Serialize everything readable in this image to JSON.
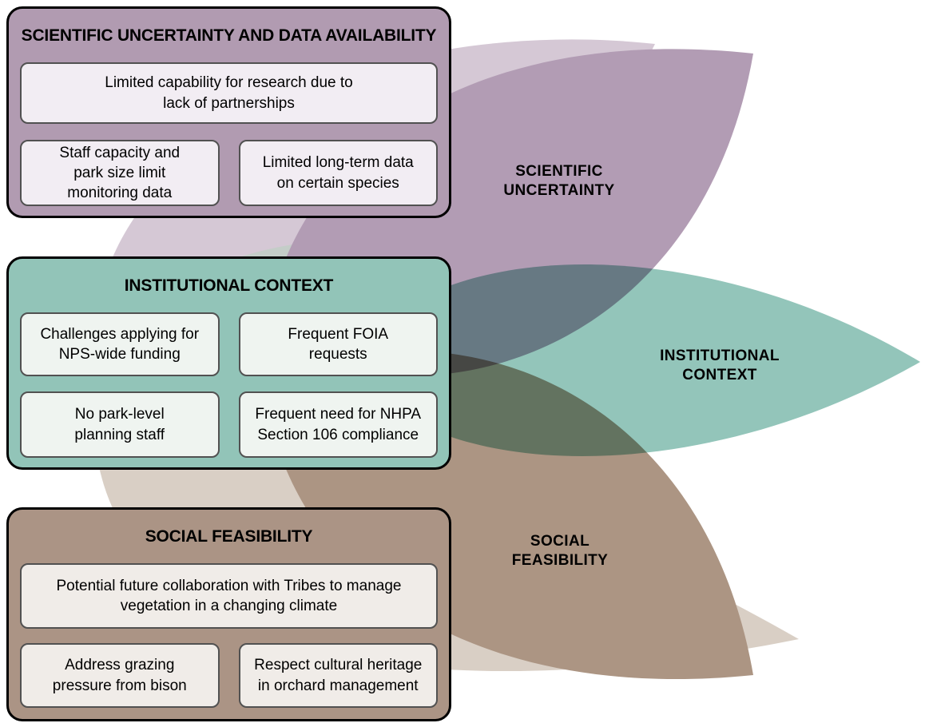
{
  "figure": {
    "type": "petal-overlap-diagram",
    "description": "Three rounded panels of constraints linked to three overlapping petals"
  },
  "colors": {
    "purple_petal": "#b29cb4",
    "teal_petal": "#93c5ba",
    "brown_petal": "#ac9583",
    "lavender_light_petal": "#d5c8d5",
    "green_light_petal": "#c4cdc8",
    "beige_light_petal": "#d9cfc5",
    "panel1_bg": "#b19bb1",
    "panel2_bg": "#92c4b8",
    "panel3_bg": "#ab9485",
    "panel1_card_bg": "#f2edf3",
    "panel2_card_bg": "#eff4f0",
    "panel3_card_bg": "#f0ece8",
    "box_border": "#000000",
    "card_border": "#515151",
    "text": "#000000"
  },
  "panels": [
    {
      "title": "SCIENTIFIC UNCERTAINTY AND DATA AVAILABILITY",
      "rows": [
        [
          "Limited capability for research due to\nlack of partnerships"
        ],
        [
          "Staff capacity and\npark size limit\nmonitoring data",
          "Limited long-term data\non certain species"
        ]
      ]
    },
    {
      "title": "INSTITUTIONAL CONTEXT",
      "rows": [
        [
          "Challenges applying for\nNPS-wide funding",
          "Frequent FOIA\nrequests"
        ],
        [
          "No park-level\nplanning staff",
          "Frequent need for NHPA\nSection 106 compliance"
        ]
      ]
    },
    {
      "title": "SOCIAL FEASIBILITY",
      "rows": [
        [
          "Potential future collaboration with Tribes to manage\nvegetation in a changing climate"
        ],
        [
          "Address grazing\npressure from bison",
          "Respect cultural heritage\nin orchard management"
        ]
      ]
    }
  ],
  "petal_labels": [
    {
      "text": "SCIENTIFIC\nUNCERTAINTY"
    },
    {
      "text": "INSTITUTIONAL\nCONTEXT"
    },
    {
      "text": "SOCIAL\nFEASIBILITY"
    }
  ]
}
